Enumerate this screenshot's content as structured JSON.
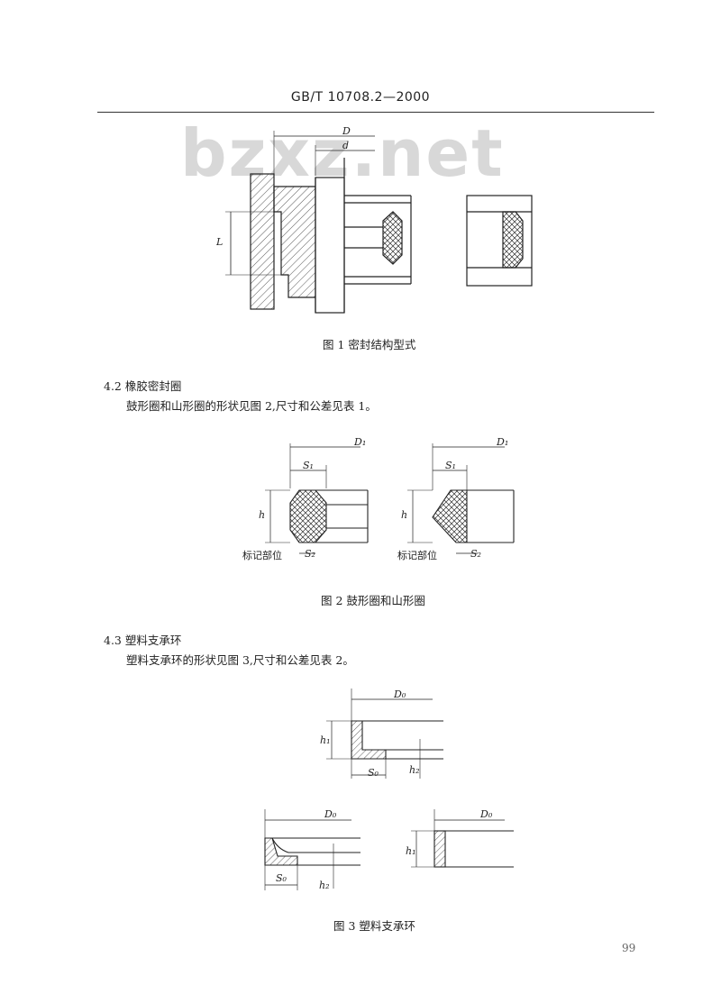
{
  "header": {
    "title": "GB/T 10708.2—2000"
  },
  "watermark": "bzxz.net",
  "figure1": {
    "caption": "图 1   密封结构型式",
    "label_D": "D",
    "label_d": "d",
    "label_L": "L"
  },
  "section_4_2": {
    "heading": "4.2  橡胶密封圈",
    "body": "鼓形圈和山形圈的形状见图 2,尺寸和公差见表 1。"
  },
  "figure2": {
    "caption": "图 2   鼓形圈和山形圈",
    "label_D1": "D₁",
    "label_S1": "S₁",
    "label_S2": "S₂",
    "label_h": "h",
    "mark_label": "标记部位"
  },
  "section_4_3": {
    "heading": "4.3  塑料支承环",
    "body": "塑料支承环的形状见图 3,尺寸和公差见表 2。"
  },
  "figure3": {
    "caption": "图 3   塑料支承环",
    "label_D0": "D₀",
    "label_S0": "S₀",
    "label_h1": "h₁",
    "label_h2": "h₂"
  },
  "page_number": "99"
}
